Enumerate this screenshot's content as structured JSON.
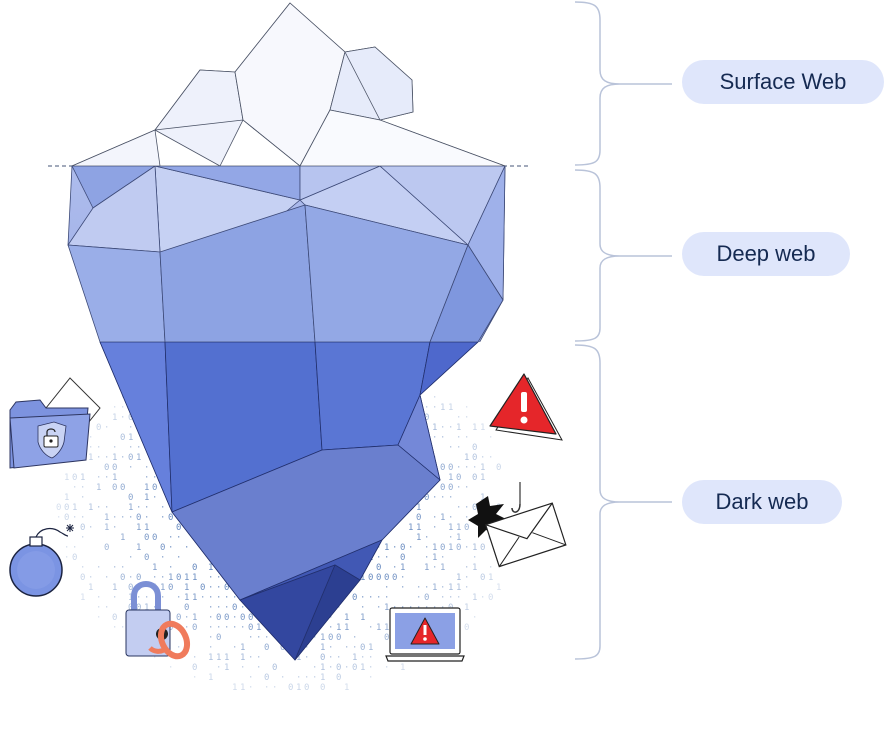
{
  "layers": {
    "surface_label": "Surface Web",
    "deep_label": "Deep web",
    "dark_label": "Dark web"
  },
  "colors": {
    "pill_bg": "#dfe6fb",
    "pill_text": "#152a52",
    "ice_top": "#eef1fb",
    "deep_blue": "#9db0ea",
    "dark_blue": "#3f55b8",
    "bracket": "#b9c3d9",
    "alert_red": "#e5262a",
    "binary_text": "#2f5fa8"
  },
  "icons": [
    "folder-lock-icon",
    "bomb-icon",
    "padlock-icon",
    "warning-icon",
    "phishing-email-icon",
    "laptop-alert-icon"
  ]
}
